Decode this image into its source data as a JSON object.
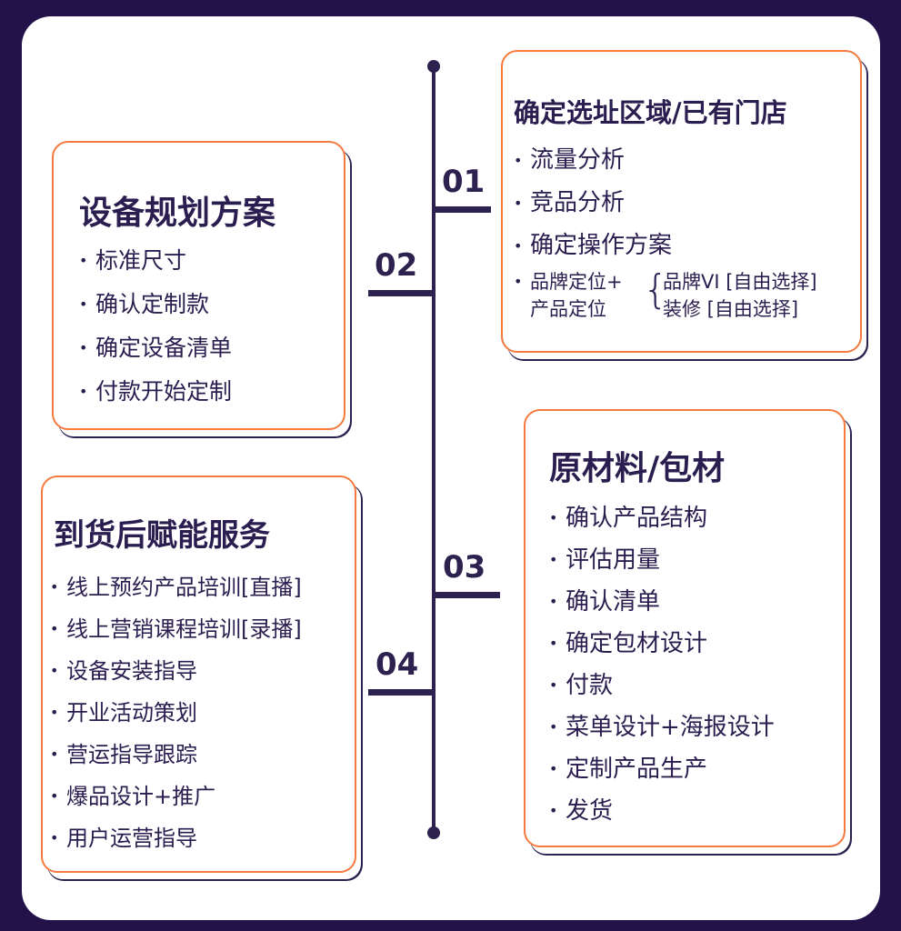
{
  "steps": [
    {
      "num": "01",
      "title": "确定选址区域/已有门店",
      "items": [
        "流量分析",
        "竞品分析",
        "确定操作方案"
      ],
      "brand": {
        "left": [
          "品牌定位+",
          "产品定位"
        ],
        "right": [
          "品牌VI [自由选择]",
          "装修 [自由选择]"
        ]
      }
    },
    {
      "num": "02",
      "title": "设备规划方案",
      "items": [
        "标准尺寸",
        "确认定制款",
        "确定设备清单",
        "付款开始定制"
      ]
    },
    {
      "num": "03",
      "title": "原材料/包材",
      "items": [
        "确认产品结构",
        "评估用量",
        "确认清单",
        "确定包材设计",
        "付款",
        "菜单设计+海报设计",
        "定制产品生产",
        "发货"
      ]
    },
    {
      "num": "04",
      "title": "到货后赋能服务",
      "items": [
        "线上预约产品培训[直播]",
        "线上营销课程培训[录播]",
        "设备安装指导",
        "开业活动策划",
        "营运指导跟踪",
        "爆品设计+推广",
        "用户运营指导"
      ]
    }
  ],
  "colors": {
    "background": "#23124a",
    "border": "#f47a3e",
    "text": "#2a1d4f"
  }
}
